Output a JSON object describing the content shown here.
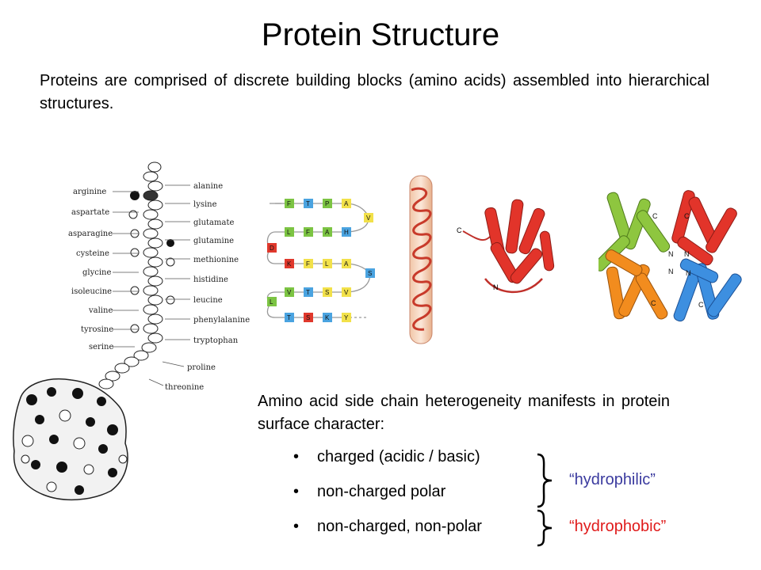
{
  "title": "Protein Structure",
  "intro": "Proteins are comprised of discrete building blocks (amino acids) assembled into hierarchical structures.",
  "amino_acids_left": [
    "arginine",
    "aspartate",
    "asparagine",
    "cysteine",
    "glycine",
    "isoleucine",
    "valine",
    "tyrosine",
    "serine"
  ],
  "amino_acids_right": [
    "alanine",
    "lysine",
    "glutamate",
    "glutamine",
    "methionine",
    "histidine",
    "leucine",
    "phenylalanine",
    "tryptophan",
    "proline",
    "threonine"
  ],
  "sequence_rows": [
    [
      "F",
      "T",
      "P",
      "A"
    ],
    [
      "L",
      "F",
      "A",
      "H"
    ],
    [
      "K",
      "F",
      "L",
      "A"
    ],
    [
      "V",
      "T",
      "S",
      "V"
    ],
    [
      "T",
      "S",
      "K",
      "Y"
    ]
  ],
  "sequence_turns": [
    "V",
    "D",
    "S",
    "L"
  ],
  "structure_labels": {
    "c_terminus": "C",
    "n_terminus": "N"
  },
  "surface_intro": "Amino acid side chain heterogeneity manifests in protein surface character:",
  "bullets": [
    "charged (acidic / basic)",
    "non-charged polar",
    "non-charged, non-polar"
  ],
  "bullet_glyph": "•",
  "tags": {
    "hydrophilic": "“hydrophilic”",
    "hydrophobic": "“hydrophobic”"
  },
  "colors": {
    "helix_red": "#e2342a",
    "helix_green": "#8ec63f",
    "helix_orange": "#f28c1e",
    "helix_blue": "#3d8fe0",
    "seq_blue": "#4aa3e0",
    "seq_green": "#7cc443",
    "seq_red": "#e0382c",
    "seq_yellow": "#f2e14a",
    "hydrophilic": "#3b3b9f",
    "hydrophobic": "#e01b1b"
  }
}
